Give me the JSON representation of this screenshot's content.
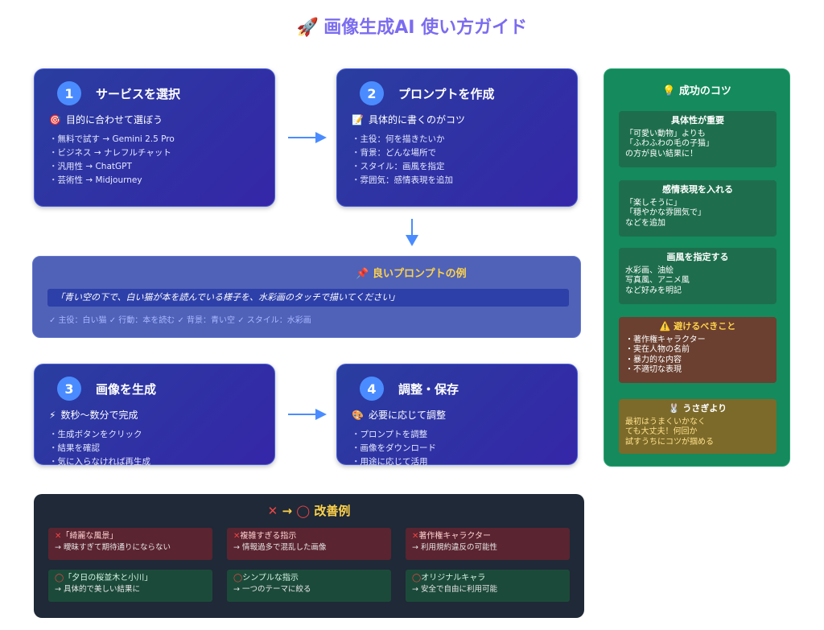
{
  "page": {
    "icon": "🚀",
    "title": "画像生成AI 使い方ガイド"
  },
  "steps": [
    {
      "num": "1",
      "title": "サービスを選択",
      "sub_icon": "🎯",
      "subtitle": "目的に合わせて選ぼう",
      "items": [
        "無料で試す → Gemini 2.5 Pro",
        "ビジネス → ナレフルチャット",
        "汎用性 → ChatGPT",
        "芸術性 → Midjourney"
      ]
    },
    {
      "num": "2",
      "title": "プロンプトを作成",
      "sub_icon": "📝",
      "subtitle": "具体的に書くのがコツ",
      "items": [
        "主役：何を描きたいか",
        "背景：どんな場所で",
        "スタイル：画風を指定",
        "雰囲気：感情表現を追加"
      ]
    },
    {
      "num": "3",
      "title": "画像を生成",
      "sub_icon": "⚡",
      "subtitle": "数秒〜数分で完成",
      "items": [
        "生成ボタンをクリック",
        "結果を確認",
        "気に入らなければ再生成"
      ]
    },
    {
      "num": "4",
      "title": "調整・保存",
      "sub_icon": "🎨",
      "subtitle": "必要に応じて調整",
      "items": [
        "プロンプトを調整",
        "画像をダウンロード",
        "用途に応じて活用"
      ]
    }
  ],
  "example": {
    "icon": "📌",
    "title": "良いプロンプトの例",
    "prompt": "「青い空の下で、白い猫が本を読んでいる様子を、水彩画のタッチで描いてください」",
    "tags": "✓ 主役：白い猫 ✓ 行動：本を読む ✓ 背景：青い空 ✓ スタイル：水彩画"
  },
  "improve": {
    "title_x": "✕",
    "title_arrow": "→",
    "title_o": "◯",
    "title": "改善例",
    "bad": [
      {
        "mark": "✕",
        "head": "「綺麗な風景」",
        "desc": "→ 曖昧すぎて期待通りにならない"
      },
      {
        "mark": "✕",
        "head": "複雑すぎる指示",
        "desc": "→ 情報過多で混乱した画像"
      },
      {
        "mark": "✕",
        "head": "著作権キャラクター",
        "desc": "→ 利用規約違反の可能性"
      }
    ],
    "good": [
      {
        "mark": "◯",
        "head": "「夕日の桜並木と小川」",
        "desc": "→ 具体的で美しい結果に"
      },
      {
        "mark": "◯",
        "head": "シンプルな指示",
        "desc": "→ 一つのテーマに絞る"
      },
      {
        "mark": "◯",
        "head": "オリジナルキャラ",
        "desc": "→ 安全で自由に利用可能"
      }
    ]
  },
  "sidebar": {
    "icon": "💡",
    "title": "成功のコツ",
    "tips": [
      {
        "title": "具体性が重要",
        "body": "「可愛い動物」よりも\n「ふわふわの毛の子猫」\nの方が良い結果に！"
      },
      {
        "title": "感情表現を入れる",
        "body": "「楽しそうに」\n「穏やかな雰囲気で」\nなどを追加"
      },
      {
        "title": "画風を指定する",
        "body": "水彩画、油絵\n写真風、アニメ風\nなど好みを明記"
      },
      {
        "icon": "⚠️",
        "title": "避けるべきこと",
        "body": "・著作権キャラクター\n・実在人物の名前\n・暴力的な内容\n・不適切な表現"
      },
      {
        "icon": "🐰",
        "title": "うさぎより",
        "body": "最初はうまくいかなく\nても大丈夫！何回か\n試すうちにコツが掴める"
      }
    ]
  }
}
